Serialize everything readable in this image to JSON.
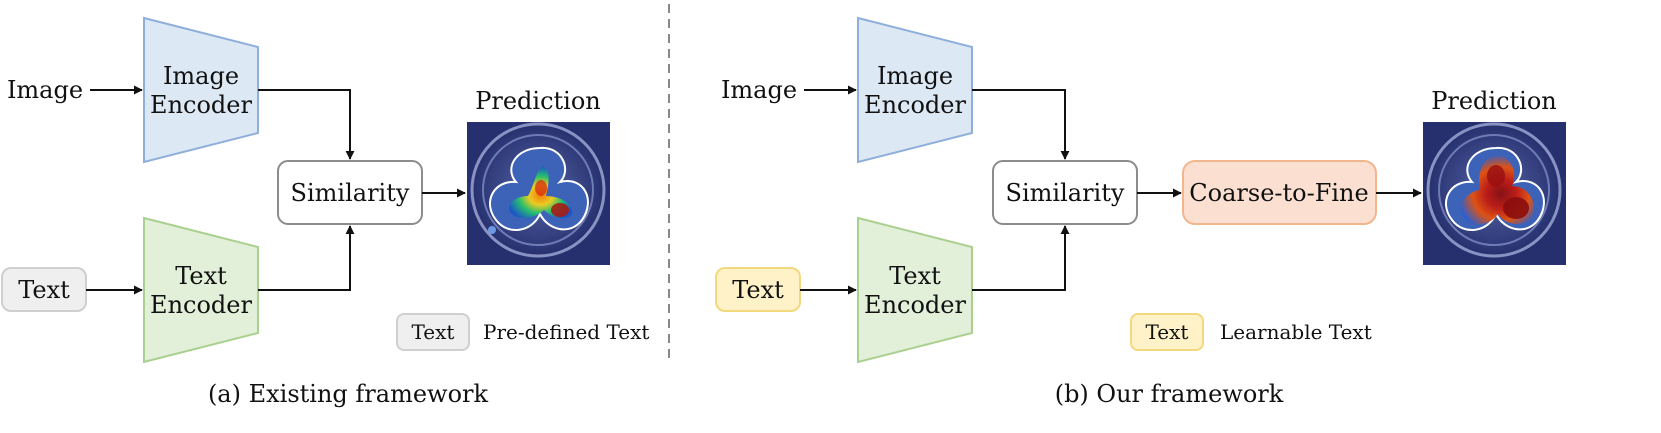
{
  "colors": {
    "image_encoder_fill": "#dde8f5",
    "image_encoder_stroke": "#8eaedb",
    "text_encoder_fill": "#e2efd9",
    "text_encoder_stroke": "#a9d08e",
    "predefined_text_fill": "#efefef",
    "predefined_text_stroke": "#cfcfcf",
    "learnable_text_fill": "#fff2c8",
    "learnable_text_stroke": "#f3d87e",
    "coarse_fill": "#fbe0d2",
    "coarse_stroke": "#f2b68f",
    "similarity_stroke": "#8c8c8c",
    "arrow": "#111111",
    "divider": "#888888"
  },
  "left": {
    "image_label": "Image",
    "image_encoder": [
      "Image",
      "Encoder"
    ],
    "text_chip": "Text",
    "text_encoder": [
      "Text",
      "Encoder"
    ],
    "similarity": "Similarity",
    "prediction_title": "Prediction",
    "legend_chip": "Text",
    "legend_label": "Pre-defined Text",
    "caption": "(a) Existing framework"
  },
  "right": {
    "image_label": "Image",
    "image_encoder": [
      "Image",
      "Encoder"
    ],
    "text_chip": "Text",
    "text_encoder": [
      "Text",
      "Encoder"
    ],
    "similarity": "Similarity",
    "coarse_to_fine": "Coarse-to-Fine",
    "prediction_title": "Prediction",
    "legend_chip": "Text",
    "legend_label": "Learnable Text",
    "caption": "(b) Our framework"
  }
}
